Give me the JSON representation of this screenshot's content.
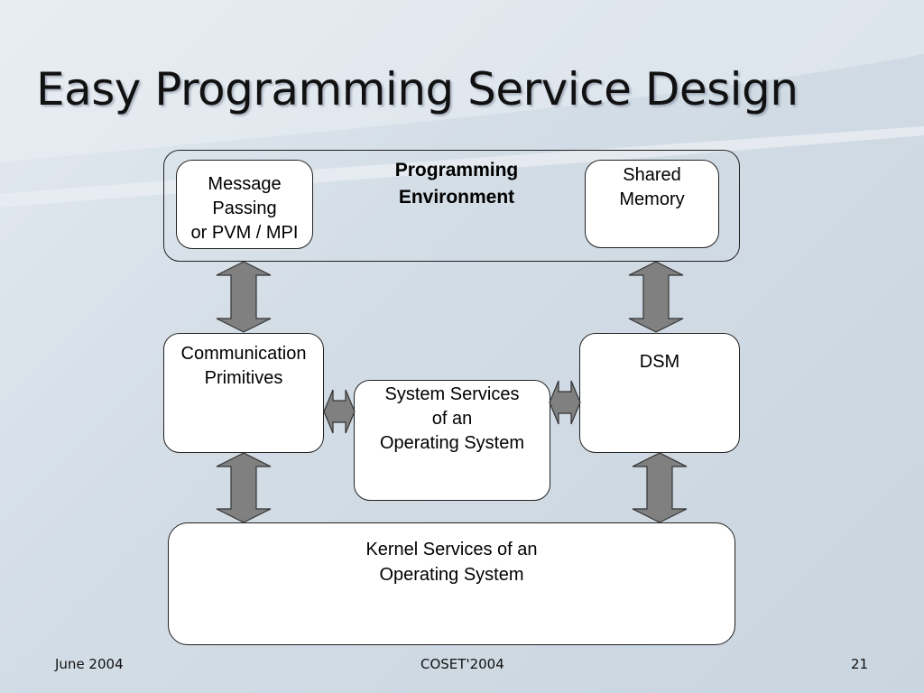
{
  "slide": {
    "title": "Easy Programming Service Design"
  },
  "diagram": {
    "environment_label": "Programming\nEnvironment",
    "message_passing": "Message\nPassing\nor  PVM / MPI",
    "shared_memory": "Shared\nMemory",
    "communication_primitives": "Communication\nPrimitives",
    "dsm": "DSM",
    "system_services": "System Services\nof an\nOperating System",
    "kernel_services": "Kernel Services of an\nOperating System"
  },
  "footer": {
    "date": "June 2004",
    "event": "COSET'2004",
    "page": "21"
  },
  "colors": {
    "arrow_fill": "#808080",
    "box_fill": "#ffffff",
    "border": "#222222"
  }
}
